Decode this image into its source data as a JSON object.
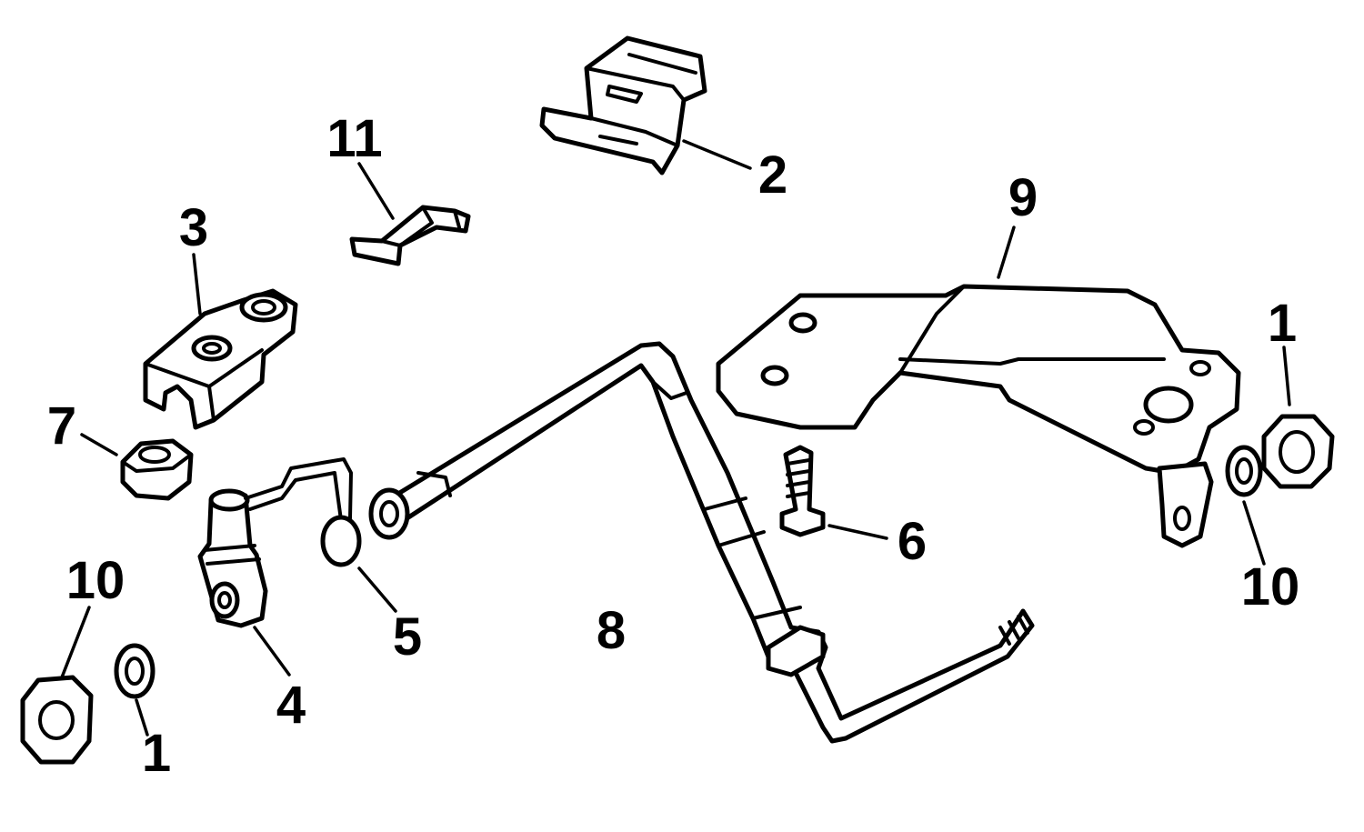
{
  "diagram": {
    "colors": {
      "line": "#000000",
      "background": "#ffffff"
    },
    "callouts": [
      {
        "id": "c11",
        "text": "11"
      },
      {
        "id": "c2",
        "text": "2"
      },
      {
        "id": "c3",
        "text": "3"
      },
      {
        "id": "c9",
        "text": "9"
      },
      {
        "id": "c1r",
        "text": "1"
      },
      {
        "id": "c7",
        "text": "7"
      },
      {
        "id": "c6",
        "text": "6"
      },
      {
        "id": "c10r",
        "text": "10"
      },
      {
        "id": "c10l",
        "text": "10"
      },
      {
        "id": "c5",
        "text": "5"
      },
      {
        "id": "c8",
        "text": "8"
      },
      {
        "id": "c4",
        "text": "4"
      },
      {
        "id": "c1l",
        "text": "1"
      }
    ]
  }
}
